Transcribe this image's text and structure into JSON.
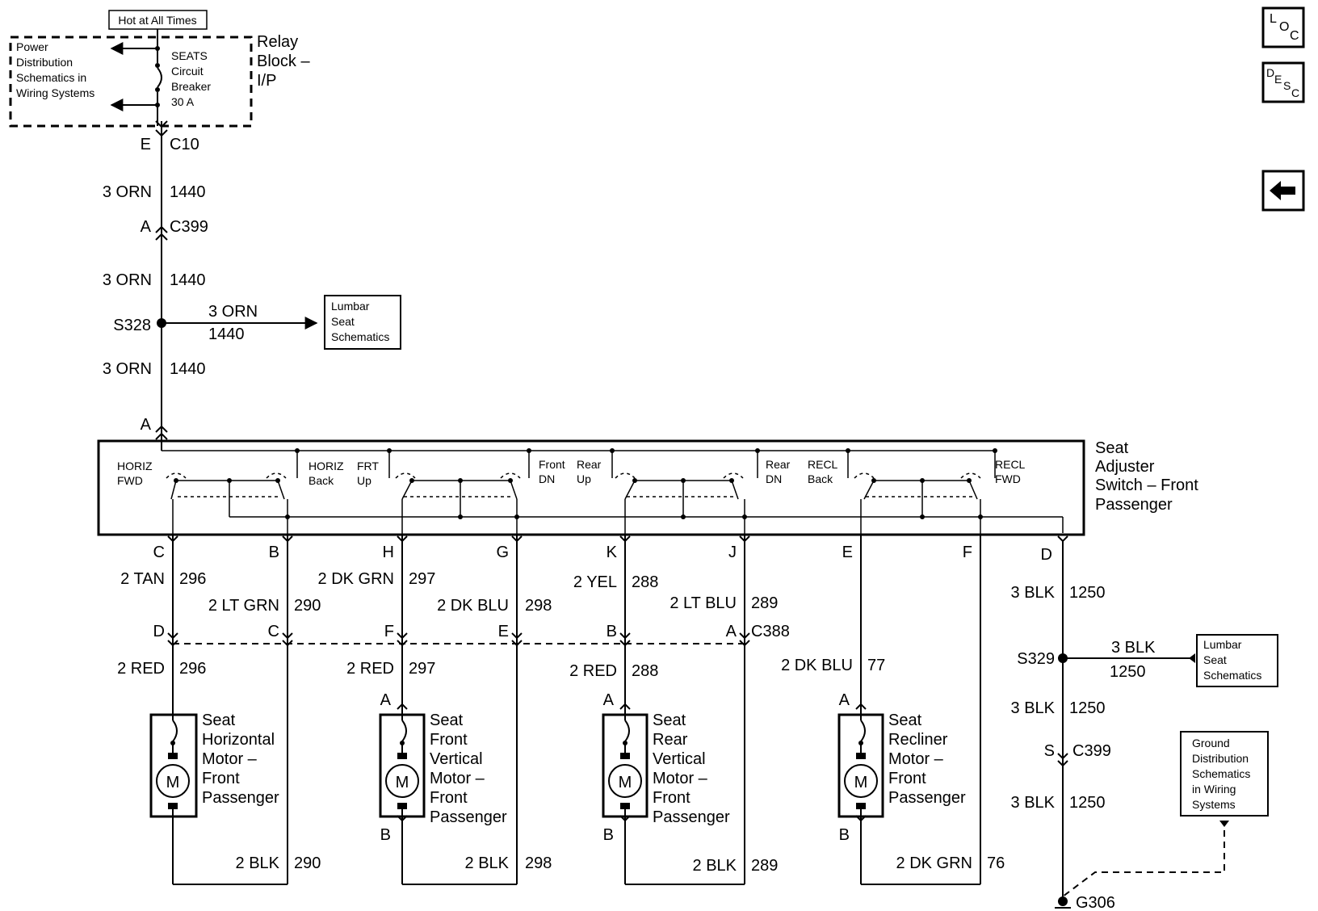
{
  "hot_label": "Hot at All Times",
  "fuse_block": {
    "left_label": [
      "Power",
      "Distribution",
      "Schematics in",
      "Wiring Systems"
    ],
    "breaker_label": [
      "SEATS",
      "Circuit",
      "Breaker",
      "30 A"
    ],
    "right_label": [
      "Relay",
      "Block –",
      "I/P"
    ]
  },
  "main_feed": {
    "conn1_pin": "E",
    "conn1": "C10",
    "wire1_gauge": "3 ORN",
    "wire1_circuit": "1440",
    "conn2_pin": "A",
    "conn2": "C399",
    "wire2_gauge": "3 ORN",
    "wire2_circuit": "1440",
    "splice": "S328",
    "branch_gauge": "3 ORN",
    "branch_circuit": "1440",
    "wire3_gauge": "3 ORN",
    "wire3_circuit": "1440",
    "switch_pin": "A"
  },
  "lumbar_box_1": [
    "Lumbar",
    "Seat",
    "Schematics"
  ],
  "switch": {
    "title": [
      "Seat",
      "Adjuster",
      "Switch – Front",
      "Passenger"
    ],
    "labels": {
      "horiz_fwd": [
        "HORIZ",
        "FWD"
      ],
      "horiz_back": [
        "HORIZ",
        "Back"
      ],
      "frt_up": [
        "FRT",
        "Up"
      ],
      "front_dn": [
        "Front",
        "DN"
      ],
      "rear_up": [
        "Rear",
        "Up"
      ],
      "rear_dn": [
        "Rear",
        "DN"
      ],
      "recl_back": [
        "RECL",
        "Back"
      ],
      "recl_fwd": [
        "RECL",
        "FWD"
      ]
    },
    "pins": [
      "C",
      "B",
      "H",
      "G",
      "K",
      "J",
      "E",
      "F",
      "D"
    ]
  },
  "wires_upper": [
    {
      "gauge": "2 TAN",
      "circuit": "296"
    },
    {
      "gauge": "2 LT GRN",
      "circuit": "290"
    },
    {
      "gauge": "2 DK GRN",
      "circuit": "297"
    },
    {
      "gauge": "2 DK BLU",
      "circuit": "298"
    },
    {
      "gauge": "2 YEL",
      "circuit": "288"
    },
    {
      "gauge": "2 LT BLU",
      "circuit": "289"
    }
  ],
  "c388": {
    "pins": [
      "D",
      "C",
      "F",
      "E",
      "B",
      "A"
    ],
    "name": "C388"
  },
  "wires_lower": [
    {
      "gauge": "2 RED",
      "circuit": "296"
    },
    {
      "gauge": "2 RED",
      "circuit": "297"
    },
    {
      "gauge": "2 RED",
      "circuit": "288"
    },
    {
      "gauge": "2 DK BLU",
      "circuit": "77"
    }
  ],
  "motor_letter": "M",
  "motors": [
    {
      "name": [
        "Seat",
        "Horizontal",
        "Motor –",
        "Front",
        "Passenger"
      ],
      "pin_top": "",
      "pin_bottom": ""
    },
    {
      "name": [
        "Seat",
        "Front",
        "Vertical",
        "Motor –",
        "Front",
        "Passenger"
      ],
      "pin_top": "A",
      "pin_bottom": "B"
    },
    {
      "name": [
        "Seat",
        "Rear",
        "Vertical",
        "Motor –",
        "Front",
        "Passenger"
      ],
      "pin_top": "A",
      "pin_bottom": "B"
    },
    {
      "name": [
        "Seat",
        "Recliner",
        "Motor –",
        "Front",
        "Passenger"
      ],
      "pin_top": "A",
      "pin_bottom": "B"
    }
  ],
  "wires_return": [
    {
      "gauge": "2 BLK",
      "circuit": "290"
    },
    {
      "gauge": "2 BLK",
      "circuit": "298"
    },
    {
      "gauge": "2 BLK",
      "circuit": "289"
    },
    {
      "gauge": "2 DK GRN",
      "circuit": "76"
    }
  ],
  "ground": {
    "wire1_gauge": "3 BLK",
    "wire1_circuit": "1250",
    "splice": "S329",
    "branch_gauge": "3 BLK",
    "branch_circuit": "1250",
    "wire2_gauge": "3 BLK",
    "wire2_circuit": "1250",
    "conn_pin": "S",
    "conn": "C399",
    "wire3_gauge": "3 BLK",
    "wire3_circuit": "1250",
    "ground_id": "G306"
  },
  "lumbar_box_2": [
    "Lumbar",
    "Seat",
    "Schematics"
  ],
  "ground_box": [
    "Ground",
    "Distribution",
    "Schematics",
    "in Wiring",
    "Systems"
  ],
  "nav": {
    "loc": [
      "L",
      "O",
      "C"
    ],
    "desc": [
      "D",
      "E",
      "S",
      "C"
    ],
    "back_icon": "back-arrow-icon"
  }
}
